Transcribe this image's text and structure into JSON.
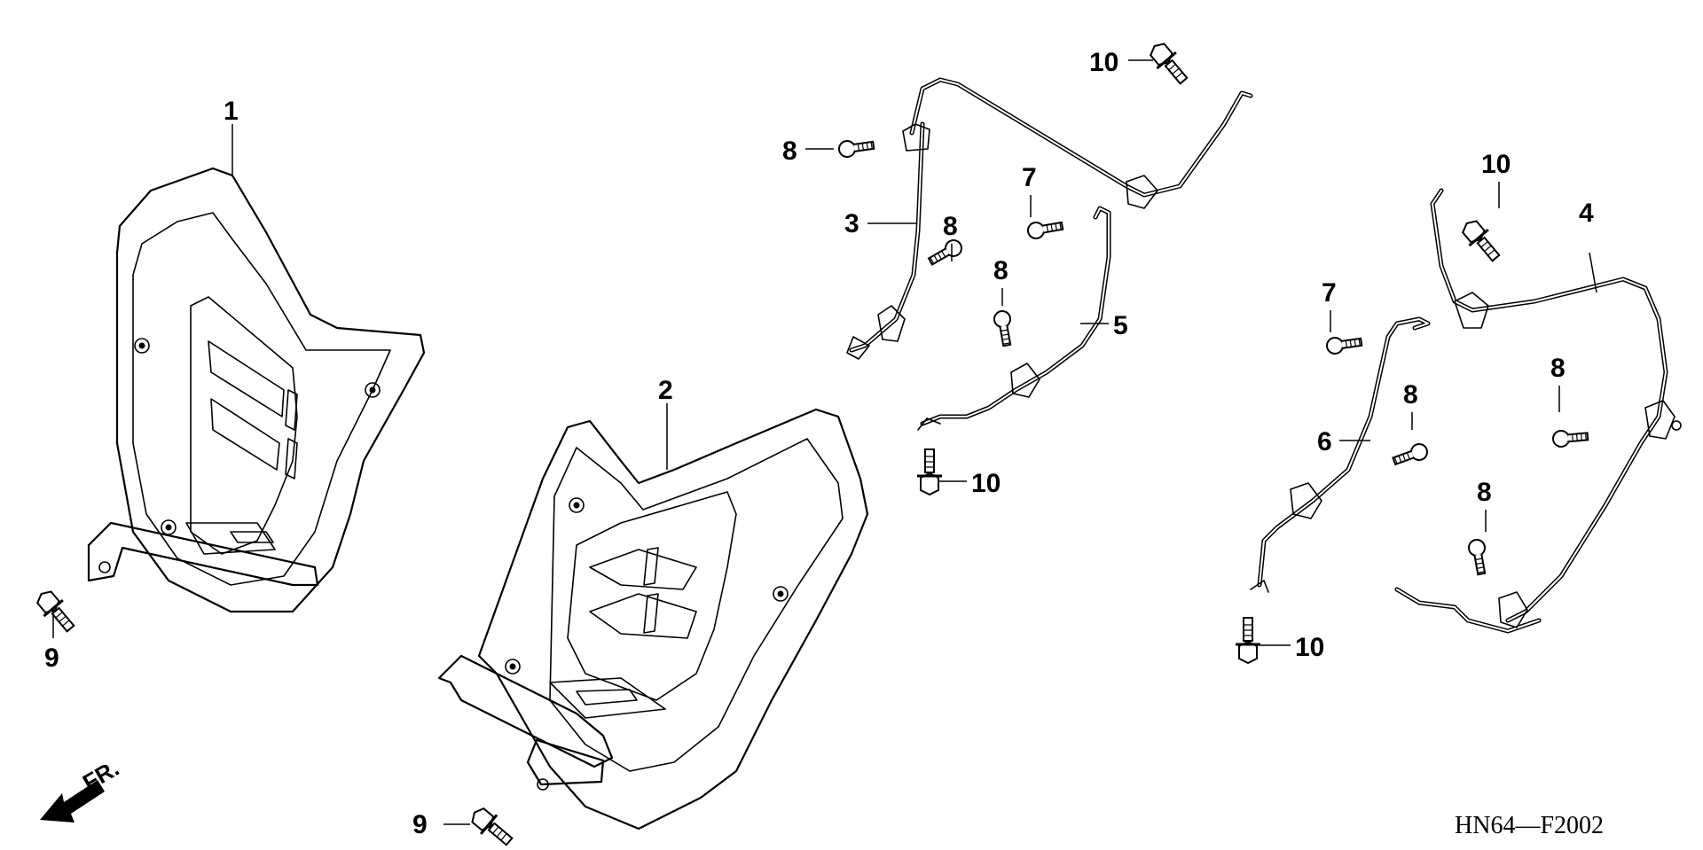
{
  "diagram_code": "HN64—F2002",
  "front_arrow_label": "FR.",
  "callouts": {
    "c1": "1",
    "c2": "2",
    "c3": "3",
    "c4": "4",
    "c5": "5",
    "c6": "6",
    "c7a": "7",
    "c7b": "7",
    "c8a": "8",
    "c8b": "8",
    "c8c": "8",
    "c8d": "8",
    "c8e": "8",
    "c8f": "8",
    "c9a": "9",
    "c9b": "9",
    "c10a": "10",
    "c10b": "10",
    "c10c": "10",
    "c10d": "10"
  }
}
